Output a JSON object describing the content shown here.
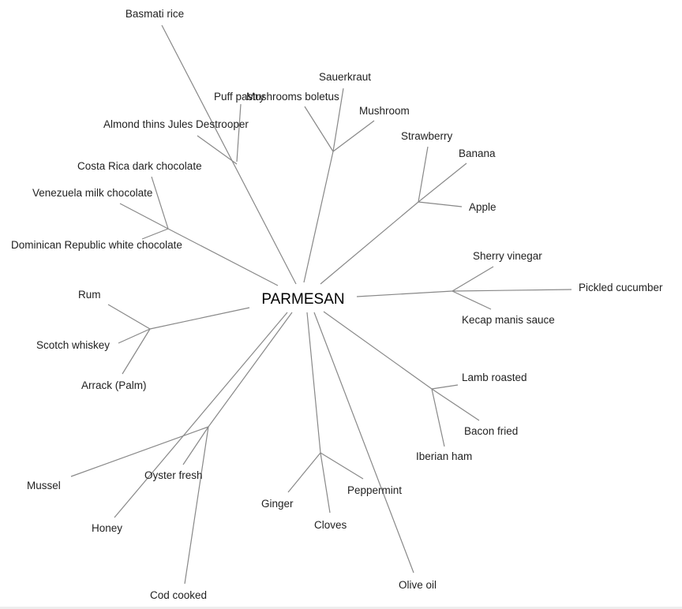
{
  "center": {
    "label": "PARMESAN"
  },
  "labels": {
    "basmati_rice": "Basmati rice",
    "puff_pastry": "Puff pastry",
    "almond_thins": "Almond thins Jules Destrooper",
    "costa_rica": "Costa Rica dark chocolate",
    "venezuela": "Venezuela milk chocolate",
    "dominican": "Dominican Republic white chocolate",
    "sauerkraut": "Sauerkraut",
    "mushrooms_boletus": "Mushrooms boletus",
    "mushroom": "Mushroom",
    "strawberry": "Strawberry",
    "banana": "Banana",
    "apple": "Apple",
    "sherry_vinegar": "Sherry vinegar",
    "pickled_cucumber": "Pickled cucumber",
    "kecap_manis": "Kecap manis sauce",
    "rum": "Rum",
    "scotch": "Scotch whiskey",
    "arrack": "Arrack (Palm)",
    "lamb": "Lamb roasted",
    "bacon": "Bacon fried",
    "iberian_ham": "Iberian ham",
    "mussel": "Mussel",
    "oyster": "Oyster fresh",
    "honey": "Honey",
    "cod": "Cod cooked",
    "ginger": "Ginger",
    "peppermint": "Peppermint",
    "cloves": "Cloves",
    "olive_oil": "Olive oil"
  }
}
